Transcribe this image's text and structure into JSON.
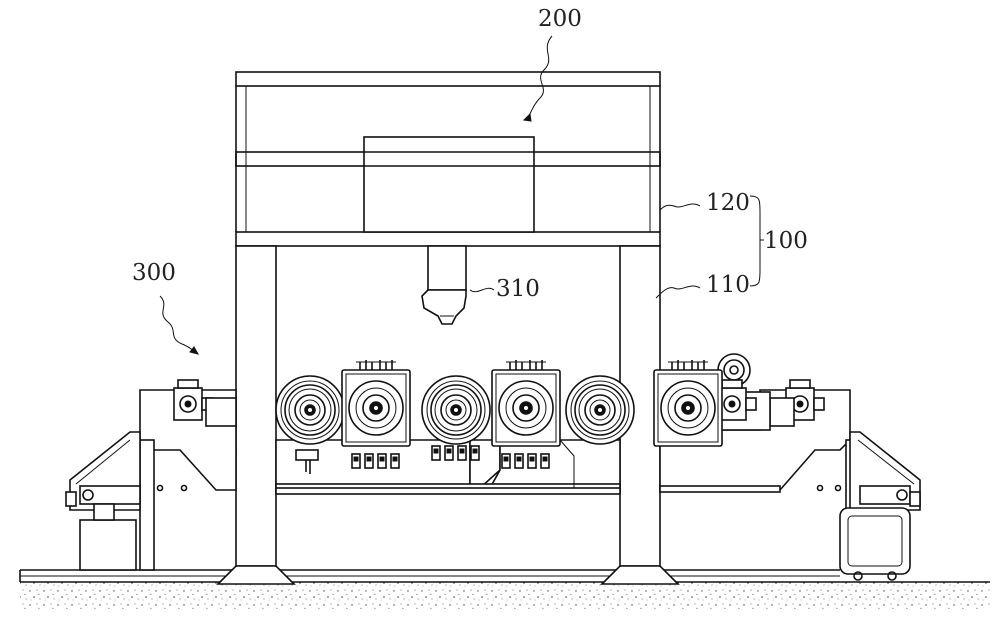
{
  "figure": {
    "labels": {
      "gantry_ref": "200",
      "frame_top_ref": "120",
      "frame_ref": "100",
      "frame_leg_ref": "110",
      "tool_ref": "310",
      "machine_ref": "300"
    }
  }
}
